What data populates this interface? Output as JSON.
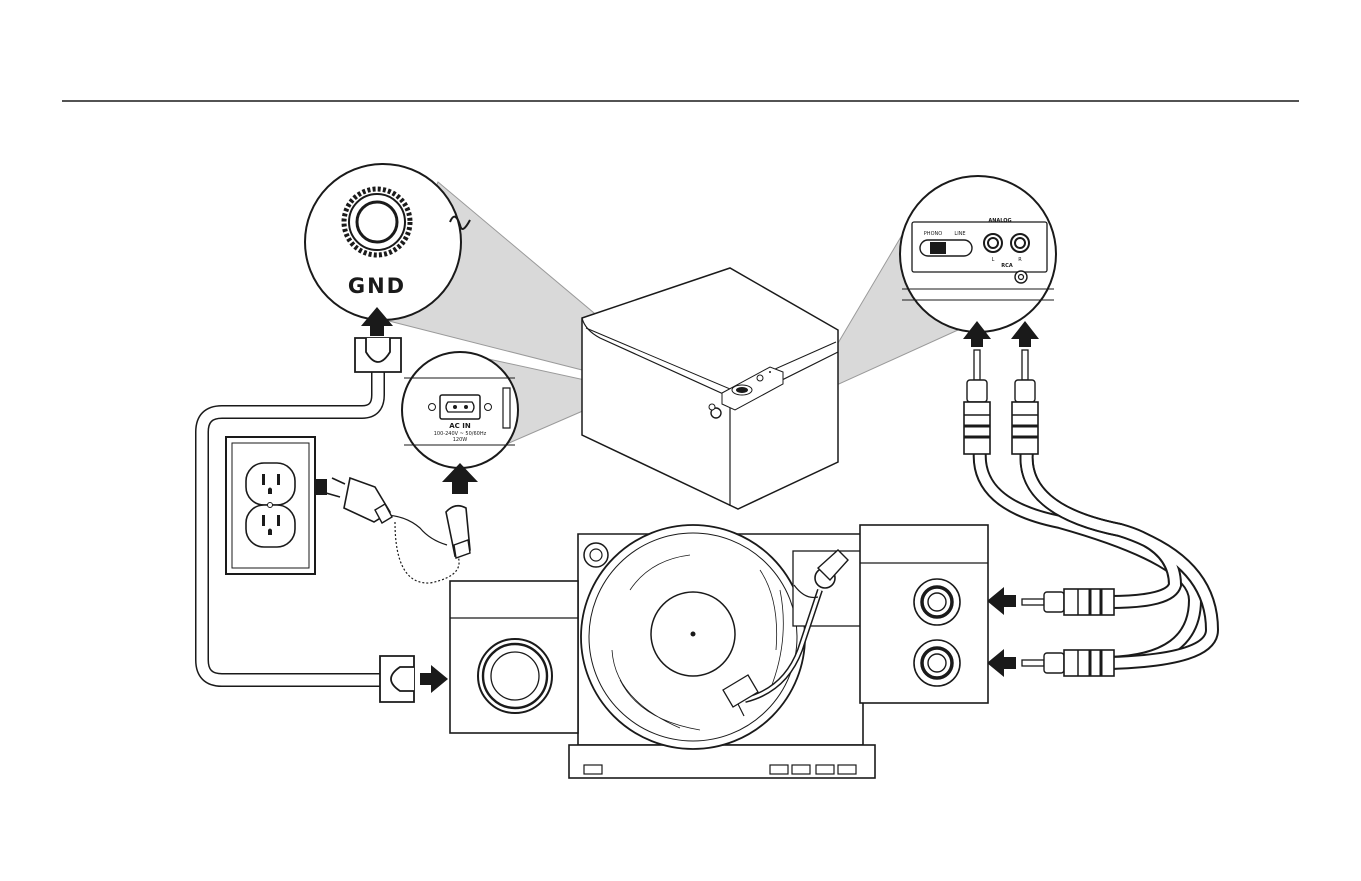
{
  "labels": {
    "gnd": "GND",
    "analog": "ANALOG",
    "phono": "PHONO",
    "line": "LINE",
    "rca": "RCA",
    "left_channel": "L",
    "right_channel": "R",
    "ac_in": "AC IN",
    "ac_spec_1": "100-240V ~ 50/60Hz",
    "ac_spec_2": "120W"
  },
  "colors": {
    "line": "#1a1a1a",
    "zoom_cone": "#d9d9d9",
    "background": "#ffffff"
  },
  "icons": {
    "connection_arrow": "arrow-icon",
    "outlet": "power-outlet-icon"
  }
}
